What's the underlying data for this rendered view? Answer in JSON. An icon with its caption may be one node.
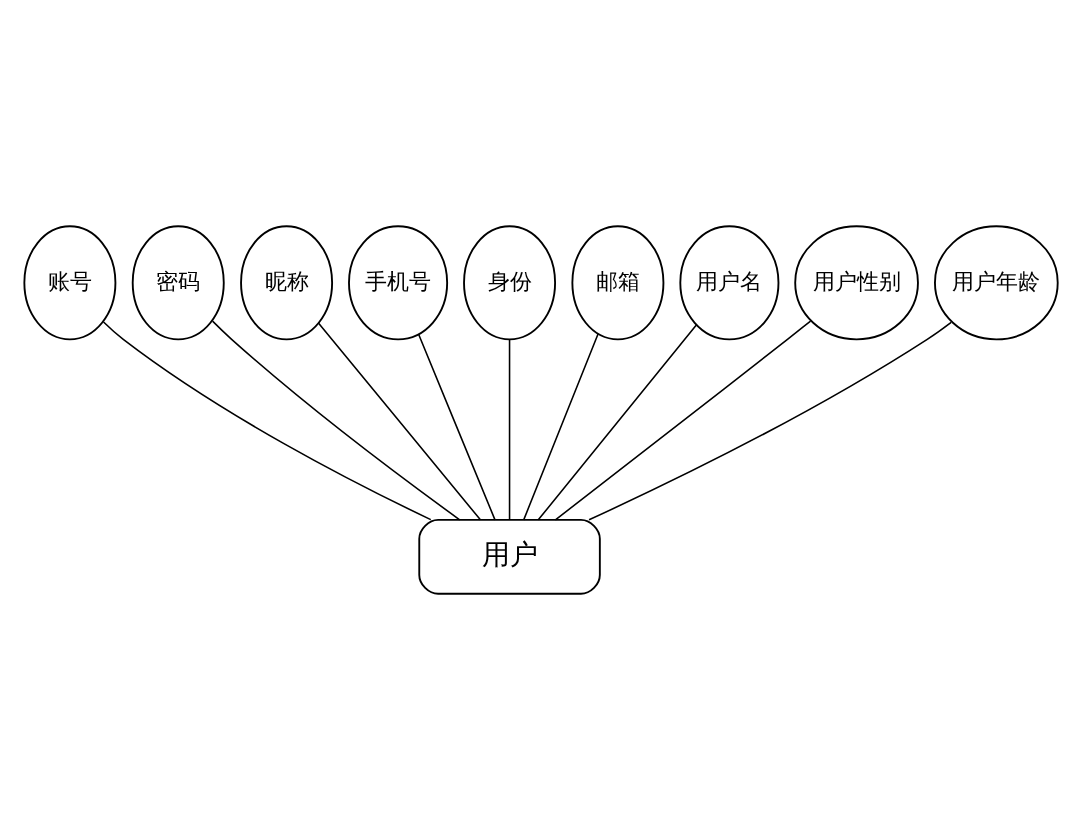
{
  "diagram": {
    "nodes": [
      {
        "text": [
          "账号"
        ]
      },
      {
        "text": [
          "密码"
        ]
      },
      {
        "text": [
          "昵称"
        ]
      },
      {
        "text": [
          "手机号"
        ]
      },
      {
        "text": [
          "身份"
        ]
      },
      {
        "text": [
          "邮箱"
        ]
      },
      {
        "text": [
          "用户名"
        ]
      },
      {
        "text": [
          "用户性别"
        ]
      },
      {
        "text": [
          "用户年龄"
        ]
      },
      {
        "text": [
          "用户"
        ]
      }
    ],
    "edges": [
      {
        "from": 9,
        "to": 0,
        "arrow": "none"
      },
      {
        "from": 9,
        "to": 1,
        "arrow": "none"
      },
      {
        "from": 9,
        "to": 2,
        "arrow": "none"
      },
      {
        "from": 9,
        "to": 3,
        "arrow": "none"
      },
      {
        "from": 9,
        "to": 4,
        "arrow": "none"
      },
      {
        "from": 9,
        "to": 5,
        "arrow": "none"
      },
      {
        "from": 9,
        "to": 6,
        "arrow": "none"
      },
      {
        "from": 9,
        "to": 7,
        "arrow": "none"
      },
      {
        "from": 9,
        "to": 8,
        "arrow": "none"
      }
    ]
  }
}
